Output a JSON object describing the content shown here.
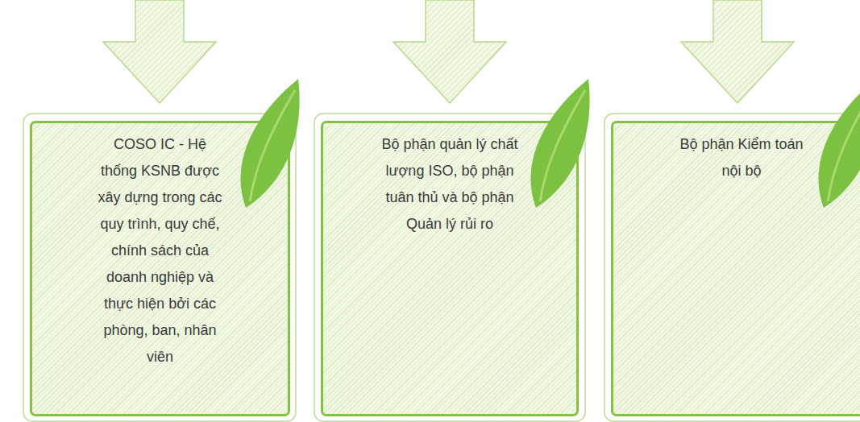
{
  "diagram": {
    "nodes": [
      {
        "text": [
          "COSO IC - Hệ thống KSNB được xây dựng trong các quy trình, quy chế, chính sách của doanh nghiệp và thực hiện bởi các phòng, ban, nhân viên"
        ]
      },
      {
        "text": [
          "Bộ phận quản lý chất lượng ISO, bộ phận tuân thủ và bộ phận Quản lý rủi ro"
        ]
      },
      {
        "text": [
          "Bộ phận Kiểm toán nội bộ"
        ]
      }
    ]
  }
}
